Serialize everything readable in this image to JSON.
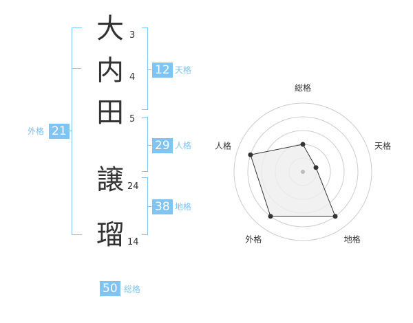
{
  "name": {
    "characters": [
      {
        "char": "大",
        "strokes": "3"
      },
      {
        "char": "内",
        "strokes": "4"
      },
      {
        "char": "田",
        "strokes": "5"
      },
      {
        "char": "譲",
        "strokes": "24"
      },
      {
        "char": "瑠",
        "strokes": "14"
      }
    ]
  },
  "fortune": {
    "tenkaku": {
      "value": "12",
      "label": "天格"
    },
    "jinkaku": {
      "value": "29",
      "label": "人格"
    },
    "chikaku": {
      "value": "38",
      "label": "地格"
    },
    "gaikaku": {
      "value": "21",
      "label": "外格"
    },
    "soukaku": {
      "value": "50",
      "label": "総格"
    }
  },
  "chart_data": {
    "type": "radar",
    "axes": [
      "総格",
      "天格",
      "地格",
      "外格",
      "人格"
    ],
    "values": [
      2,
      1,
      4,
      4,
      4
    ],
    "max": 5,
    "rings": 5,
    "colors": {
      "fill": "#eeeeee",
      "stroke": "#333333",
      "grid": "#cccccc",
      "point": "#333333"
    }
  }
}
